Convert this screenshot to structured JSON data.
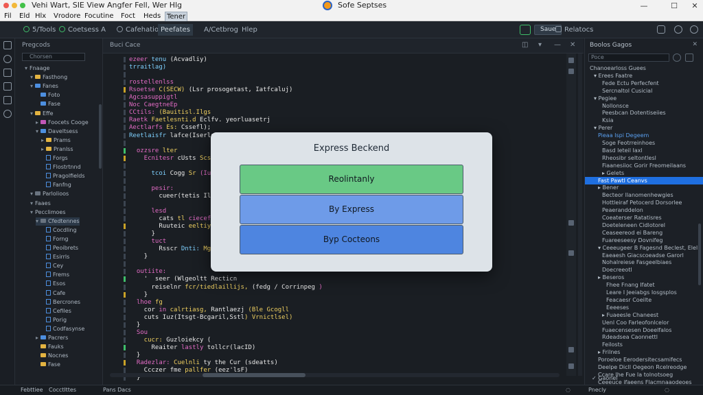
{
  "window": {
    "title_menu": "Vehi Wart, SIE View Angfer Fell, Wer Hlg",
    "app_title": "Sofe Septses"
  },
  "menubar": [
    "Fil",
    "Eld",
    "Hlx",
    "Vrodore",
    "Focutine",
    "Foct",
    "Heds",
    "Tener"
  ],
  "toolbar": {
    "items": [
      "5/Tools",
      "Coetsess A",
      "Cafehation",
      "Peefates",
      "A/Cetbrog",
      "Hlep"
    ],
    "right_button": "Saue",
    "right_link": "Relatocs"
  },
  "explorer": {
    "title": "Pregcods",
    "search": "Chorsen",
    "tree": [
      {
        "text": "Fnaage",
        "icon": "none",
        "caret": "v"
      },
      {
        "text": "Fasthong",
        "icon": "y",
        "caret": "v"
      },
      {
        "text": "Fanes",
        "icon": "b",
        "caret": "v"
      },
      {
        "text": "Foto",
        "icon": "b",
        "caret": ""
      },
      {
        "text": "Fase",
        "icon": "b",
        "caret": ""
      },
      {
        "text": "Effe",
        "icon": "y",
        "caret": "v"
      },
      {
        "text": "Foocets Cooge",
        "icon": "p",
        "caret": ">"
      },
      {
        "text": "Daveltsess",
        "icon": "b",
        "caret": "v"
      },
      {
        "text": "Prams",
        "icon": "y",
        "caret": ">"
      },
      {
        "text": "Pranlss",
        "icon": "y",
        "caret": ">"
      },
      {
        "text": "Forgs",
        "icon": "file",
        "caret": ""
      },
      {
        "text": "Flostrtnnd",
        "icon": "file",
        "caret": ""
      },
      {
        "text": "Pragolfields",
        "icon": "file",
        "caret": ""
      },
      {
        "text": "Fanfng",
        "icon": "file",
        "caret": ""
      },
      {
        "text": "Parlolioos",
        "icon": "g",
        "caret": "v"
      },
      {
        "text": "Faaes",
        "icon": "none",
        "caret": "v"
      },
      {
        "text": "Pecclimoes",
        "icon": "none",
        "caret": "v"
      },
      {
        "text": "Cfedtennes",
        "icon": "g",
        "caret": "v"
      },
      {
        "text": "Cocdling",
        "icon": "file",
        "caret": ""
      },
      {
        "text": "Forng",
        "icon": "file",
        "caret": ""
      },
      {
        "text": "Peoibrets",
        "icon": "file",
        "caret": ""
      },
      {
        "text": "Esirrls",
        "icon": "file",
        "caret": ""
      },
      {
        "text": "Cey",
        "icon": "file",
        "caret": ""
      },
      {
        "text": "Frems",
        "icon": "file",
        "caret": ""
      },
      {
        "text": "Esos",
        "icon": "file",
        "caret": ""
      },
      {
        "text": "Cafe",
        "icon": "file",
        "caret": ""
      },
      {
        "text": "Bercrones",
        "icon": "file",
        "caret": ""
      },
      {
        "text": "Cefiles",
        "icon": "file",
        "caret": ""
      },
      {
        "text": "Porig",
        "icon": "file",
        "caret": ""
      },
      {
        "text": "Codfasynse",
        "icon": "file",
        "caret": ""
      },
      {
        "text": "Pacrers",
        "icon": "b",
        "caret": ">"
      },
      {
        "text": "Fauks",
        "icon": "y",
        "caret": ""
      },
      {
        "text": "Nocnes",
        "icon": "y",
        "caret": ""
      },
      {
        "text": "Fase",
        "icon": "y",
        "caret": ""
      }
    ]
  },
  "editor": {
    "tab": "Buci Cace",
    "code": [
      [
        [
          "#e46cc6",
          "ezeer "
        ],
        [
          "#7fd1ff",
          "tenu "
        ],
        [
          "#e8e8e8",
          "(Acvadliy)"
        ]
      ],
      [
        [
          "#7fd1ff",
          "trraitlag)"
        ]
      ],
      [],
      [
        [
          "#e46cc6",
          "rostellenlss"
        ]
      ],
      [
        [
          "#e46cc6",
          "Rsoetse "
        ],
        [
          "#f0d060",
          "C(SECW) "
        ],
        [
          "#e8e8e8",
          "(Lsr prosogetast, Iatfcaluj)"
        ]
      ],
      [
        [
          "#e46cc6",
          "Agcsasuppigtl"
        ]
      ],
      [
        [
          "#e46cc6",
          "Noc CaegtneEp"
        ]
      ],
      [
        [
          "#e46cc6",
          "CCtils: "
        ],
        [
          "#f0d060",
          "(Bauitisl.Ilgs"
        ]
      ],
      [
        [
          "#e46cc6",
          "Raetk "
        ],
        [
          "#f0d060",
          "Faetlesnti.d "
        ],
        [
          "#e8e8e8",
          "Eclfv. yeorluasetrj"
        ]
      ],
      [
        [
          "#e46cc6",
          "Aectlarfs "
        ],
        [
          "#f0d060",
          "Es: "
        ],
        [
          "#e8e8e8",
          "Cssefl);"
        ]
      ],
      [
        [
          "#7fd1ff",
          "Reetlaisfr "
        ],
        [
          "#e8e8e8",
          "lafce(Iserlgiatzss"
        ]
      ],
      [],
      [
        [
          "#e46cc6",
          "  ozzsre "
        ],
        [
          "#f0d060",
          "lter"
        ]
      ],
      [
        [
          "#e46cc6",
          "    Ecnitesr "
        ],
        [
          "#e8e8e8",
          "cUsts "
        ],
        [
          "#f0d060",
          "Scsti"
        ]
      ],
      [],
      [
        [
          "#7fd1ff",
          "      tcoi "
        ],
        [
          "#e8e8e8",
          "Cogg "
        ],
        [
          "#f0d060",
          "Sr "
        ],
        [
          "#e46cc6",
          "(Iucse"
        ]
      ],
      [],
      [
        [
          "#e46cc6",
          "      pesir:"
        ]
      ],
      [
        [
          "#e8e8e8",
          "        cueer(tetis Ils,"
        ]
      ],
      [],
      [
        [
          "#e46cc6",
          "      lesd"
        ]
      ],
      [
        [
          "#e8e8e8",
          "        cats "
        ],
        [
          "#f0d060",
          "tl "
        ],
        [
          "#e46cc6",
          "ciecefat"
        ]
      ],
      [
        [
          "#e8e8e8",
          "        Ruuteic "
        ],
        [
          "#f0d060",
          "eeltiy"
        ]
      ],
      [
        [
          "#e8e8e8",
          "      }"
        ]
      ],
      [
        [
          "#e46cc6",
          "      tuct"
        ]
      ],
      [
        [
          "#e8e8e8",
          "        Rsscr "
        ],
        [
          "#7fd1ff",
          "Dnti: "
        ],
        [
          "#f0d060",
          "Mgat"
        ]
      ],
      [
        [
          "#e8e8e8",
          "    }"
        ]
      ],
      [],
      [
        [
          "#e46cc6",
          "  outiite:"
        ]
      ],
      [
        [
          "#e8e8e8",
          "    '  seer "
        ],
        [
          "#e8e8e8",
          "(Wlgeoltt Recticn"
        ]
      ],
      [
        [
          "#e8e8e8",
          "      reiselnr "
        ],
        [
          "#f0d060",
          "fcr/tiedlaillijs, "
        ],
        [
          "#e8e8e8",
          "(fedg / Corrinpeg"
        ],
        [
          "#e46cc6",
          " )"
        ]
      ],
      [
        [
          "#e8e8e8",
          "    }"
        ]
      ],
      [
        [
          "#e46cc6",
          "  lhoe "
        ],
        [
          "#f0d060",
          "fg"
        ]
      ],
      [
        [
          "#e8e8e8",
          "    cor "
        ],
        [
          "#e46cc6",
          "in "
        ],
        [
          "#f0d060",
          "calrtiasg, "
        ],
        [
          "#e8e8e8",
          "Rantlaezj "
        ],
        [
          "#f0d060",
          "(Ble Gcogll"
        ]
      ],
      [
        [
          "#e8e8e8",
          "    cuts "
        ],
        [
          "#e8e8e8",
          "Iuz(Itsgt-Bcgaril,Sstl"
        ],
        [
          "#f0d060",
          ") Vrnictlsel)"
        ]
      ],
      [
        [
          "#e8e8e8",
          "  }"
        ]
      ],
      [
        [
          "#e46cc6",
          "  Sou"
        ]
      ],
      [
        [
          "#f0d060",
          "    cucr: "
        ],
        [
          "#e8e8e8",
          "Guzloiekcy ("
        ]
      ],
      [
        [
          "#e8e8e8",
          "      Reaiter "
        ],
        [
          "#e46cc6",
          "lastly "
        ],
        [
          "#e8e8e8",
          "tollcr(lacID)"
        ]
      ],
      [
        [
          "#e8e8e8",
          "  }"
        ]
      ],
      [
        [
          "#e46cc6",
          "  Radezlar: "
        ],
        [
          "#f0d060",
          "Cuelnli "
        ],
        [
          "#e8e8e8",
          "ty the Cur (sdeatts)"
        ]
      ],
      [
        [
          "#e8e8e8",
          "    Ccczer "
        ],
        [
          "#e8e8e8",
          "fme "
        ],
        [
          "#f0d060",
          "pallfer "
        ],
        [
          "#e8e8e8",
          "(eez'lsF)"
        ]
      ],
      [
        [
          "#e8e8e8",
          "  }"
        ]
      ]
    ]
  },
  "modal": {
    "title": "Express Beckend",
    "options": [
      "Reolintanly",
      "By Express",
      "Byp Cocteons"
    ]
  },
  "outline": {
    "title": "Boolos Gagos",
    "search": "Poce",
    "rows": [
      {
        "text": "Chanoearloss Guees",
        "indent": 0,
        "sel": false
      },
      {
        "text": "▾ Erees Faatre",
        "indent": 1,
        "sel": false
      },
      {
        "text": "Fede Ectu Perfecfent",
        "indent": 3,
        "sel": false
      },
      {
        "text": "Sercnaltol Cusicial",
        "indent": 3,
        "sel": false
      },
      {
        "text": "▾ Pegiee",
        "indent": 1,
        "sel": false
      },
      {
        "text": "Nollonsce",
        "indent": 3,
        "sel": false
      },
      {
        "text": "Peesbcan Dotentiseiies",
        "indent": 3,
        "sel": false
      },
      {
        "text": "Ksia",
        "indent": 3,
        "sel": false
      },
      {
        "text": "▾ Perer",
        "indent": 1,
        "sel": false
      },
      {
        "text": "Pieaa Ispi Degeem",
        "indent": 2,
        "sel": false,
        "link": true
      },
      {
        "text": "Soge Feotrreinhoes",
        "indent": 3,
        "sel": false
      },
      {
        "text": "Basd Ieteil Iaxl",
        "indent": 3,
        "sel": false
      },
      {
        "text": "Rheosibr seltontlesl",
        "indent": 3,
        "sel": false
      },
      {
        "text": "Fiaanesiioc Gorir Freomeilaans",
        "indent": 3,
        "sel": false
      },
      {
        "text": "▸ Gelets",
        "indent": 3,
        "sel": false
      },
      {
        "text": "Fast Pawtl Ceanvs",
        "indent": 2,
        "sel": true
      },
      {
        "text": "▸ Bener",
        "indent": 2,
        "sel": false
      },
      {
        "text": "Becteor llanomenhewgies",
        "indent": 3,
        "sel": false
      },
      {
        "text": "Hottleiraf Petocerd Dorsorlee",
        "indent": 3,
        "sel": false
      },
      {
        "text": "Peaeranddelon",
        "indent": 3,
        "sel": false
      },
      {
        "text": "Coeaterser Ratatisres",
        "indent": 3,
        "sel": false
      },
      {
        "text": "Doeteleneen Cidlotorel",
        "indent": 3,
        "sel": false
      },
      {
        "text": "Ceaseereod ei Bareng",
        "indent": 3,
        "sel": false
      },
      {
        "text": "Fuareeseesy Dovnifeg",
        "indent": 3,
        "sel": false
      },
      {
        "text": "▾ Ceeeugeer B Fagesnd Beclest, Elel",
        "indent": 2,
        "sel": false
      },
      {
        "text": "Eaeaesh Giacscoeadse Garorl",
        "indent": 3,
        "sel": false
      },
      {
        "text": "Nohalreiese Fasgeelbiaes",
        "indent": 3,
        "sel": false
      },
      {
        "text": "Doecreeotl",
        "indent": 3,
        "sel": false
      },
      {
        "text": "▸ Beseros",
        "indent": 2,
        "sel": false
      },
      {
        "text": "Fhee Fnang Ifatet",
        "indent": 4,
        "sel": false
      },
      {
        "text": "Leare I Jeeiabgs Iosgsplos",
        "indent": 4,
        "sel": false
      },
      {
        "text": "Feacaesr Coeilte",
        "indent": 4,
        "sel": false
      },
      {
        "text": "Eeeeses",
        "indent": 4,
        "sel": false
      },
      {
        "text": "▸ Fuaeesle Chaneest",
        "indent": 3,
        "sel": false
      },
      {
        "text": "Uenl Coo Farleofonlcelor",
        "indent": 3,
        "sel": false
      },
      {
        "text": "Fuaecensesen Doeelfalos",
        "indent": 3,
        "sel": false
      },
      {
        "text": "Rdeadsea Caonnettl",
        "indent": 3,
        "sel": false
      },
      {
        "text": "Feilosts",
        "indent": 3,
        "sel": false
      },
      {
        "text": "▸ Frilnes",
        "indent": 2,
        "sel": false
      },
      {
        "text": "Poroeloe Eerodersitecsamifecs",
        "indent": 2,
        "sel": false
      },
      {
        "text": "Deelpe Dicll Oegeon Rcelreodge",
        "indent": 2,
        "sel": false
      },
      {
        "text": "Ccare lhe Fue Ia tolnotsoeg",
        "indent": 2,
        "sel": false
      },
      {
        "text": "Ceeeuce ifaeens Flacmnaaodeoes",
        "indent": 2,
        "sel": false
      }
    ],
    "footer": "✓ Gaonel"
  },
  "status": {
    "left1": "Febttiee",
    "left2": "Cocctlttes",
    "mid": "Pans Dacs",
    "right": "Pnecly"
  }
}
